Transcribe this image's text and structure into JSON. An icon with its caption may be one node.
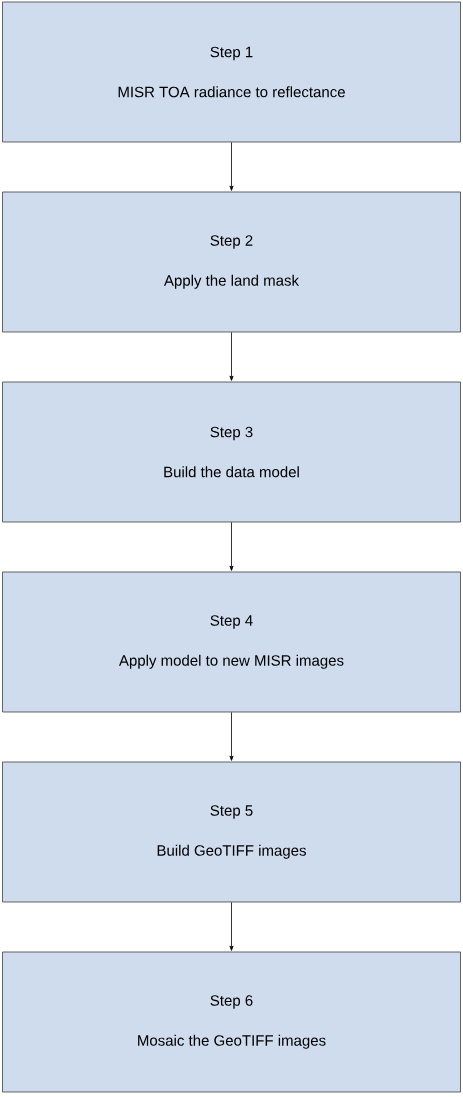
{
  "diagram": {
    "nodes": [
      {
        "text": [
          "Step 1",
          "MISR TOA radiance to reflectance"
        ]
      },
      {
        "text": [
          "Step 2",
          "Apply the land mask"
        ]
      },
      {
        "text": [
          "Step 3",
          "Build the data model"
        ]
      },
      {
        "text": [
          "Step 4",
          "Apply model to new MISR images"
        ]
      },
      {
        "text": [
          "Step 5",
          "Build GeoTIFF images"
        ]
      },
      {
        "text": [
          "Step 6",
          "Mosaic the GeoTIFF images"
        ]
      }
    ],
    "edges": [
      {
        "from": 0,
        "to": 1,
        "arrow": "to"
      },
      {
        "from": 1,
        "to": 2,
        "arrow": "to"
      },
      {
        "from": 2,
        "to": 3,
        "arrow": "to"
      },
      {
        "from": 3,
        "to": 4,
        "arrow": "to"
      },
      {
        "from": 4,
        "to": 5,
        "arrow": "to"
      }
    ]
  }
}
